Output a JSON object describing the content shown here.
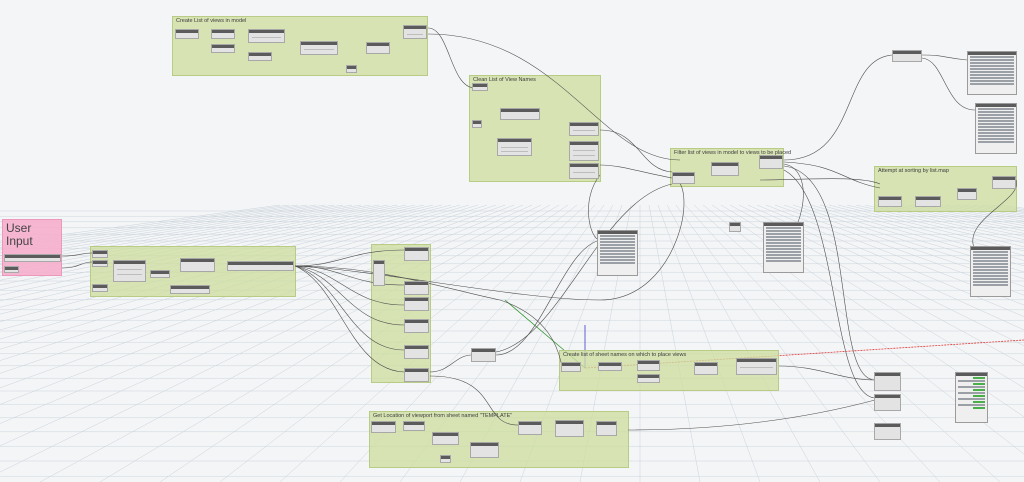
{
  "groups": {
    "views_in_model": "Create List of views in model",
    "clean_view_names": "Clean List of View Names",
    "filter_views": "Filter list of views in model to views to be placed",
    "sorting_attempt": "Attempt at sorting by list.map",
    "user_input": "User Input",
    "sheet_names": "Create list of sheet names on which to place views",
    "viewport_location": "Get Location of viewport from sheet named \"TEMPLATE\""
  },
  "colors": {
    "group_fill": "#cedea0",
    "user_group_fill": "#f6afcd",
    "wire": "#4d4d4d",
    "node_header": "#5b5b5b",
    "grid_line": "#c9d3dc",
    "axis_x": "#e03b3b",
    "axis_y": "#3a9a3a",
    "axis_z": "#3b3bd0"
  }
}
